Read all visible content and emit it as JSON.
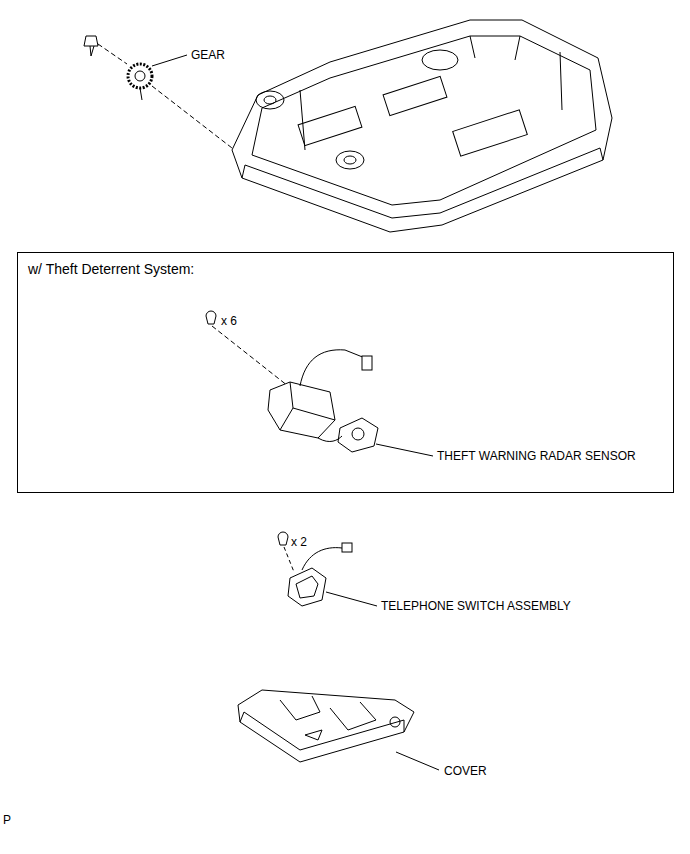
{
  "diagram": {
    "nodes": [
      {
        "text": [
          "w/ Theft Deterrent System:"
        ]
      }
    ],
    "labels": [
      "GEAR",
      "x 6",
      "THEFT WARNING RADAR SENSOR",
      "x 2",
      "TELEPHONE SWITCH ASSEMBLY",
      "COVER",
      "P"
    ]
  }
}
